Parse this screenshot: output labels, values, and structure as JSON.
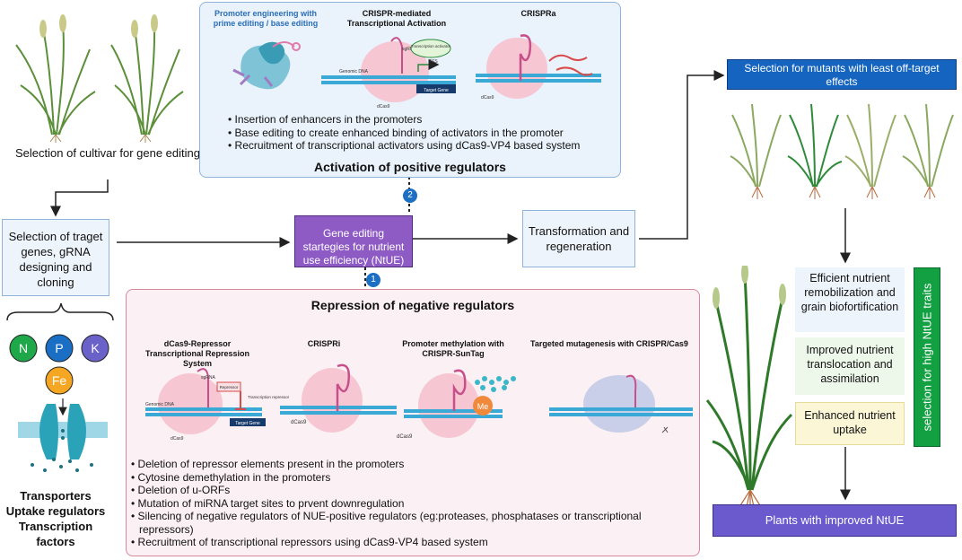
{
  "left": {
    "cultivar_caption": "Selection of cultivar for gene editing",
    "target_box": "Selection of traget genes, gRNA designing and cloning",
    "nutrients": [
      {
        "symbol": "N",
        "color": "#1fa84a"
      },
      {
        "symbol": "P",
        "color": "#1a6fc4"
      },
      {
        "symbol": "K",
        "color": "#6a62c8"
      },
      {
        "symbol": "Fe",
        "color": "#f5a623"
      }
    ],
    "bottom_labels": [
      "Transporters",
      "Uptake regulators",
      "Transcription factors"
    ]
  },
  "top_panel": {
    "headers": [
      "Promoter engineering with prime editing / base editing",
      "CRISPR-mediated Transcriptional Activation",
      "CRISPRa"
    ],
    "mini_labels": {
      "genomic_dna": "Genomic DNA",
      "sgrna": "sgRNA",
      "dcas9": "dCas9",
      "activator": "Transcription activator",
      "tss": "TSS",
      "target_gene": "Target Gene",
      "dcas9_right": "dCas9"
    },
    "bullets": [
      "Insertion of enhancers in the promoters",
      "Base editing to create enhanced binding of activators in the promoter",
      "Recruitment of transcriptional activators  using dCas9-VP4 based system"
    ],
    "title": "Activation of positive regulators",
    "badge": "2"
  },
  "center": {
    "strategy_box": "Gene editing startegies for nutrient use efficiency (NtUE)",
    "transform_box": "Transformation and regeneration",
    "badge": "1",
    "strategy_color": "#8e5bc4"
  },
  "bottom_panel": {
    "title": "Repression of negative regulators",
    "headers": [
      "dCas9-Repressor Transcriptional Repression System",
      "CRISPRi",
      "Promoter methylation with CRISPR-SunTag",
      "Targeted mutagenesis with CRISPR/Cas9"
    ],
    "mini_labels": {
      "genomic_dna": "Genomic DNA",
      "sgrna": "sgRNA",
      "repressor": "Repressor",
      "transcription_repressor": "Transcription repressor",
      "target_gene": "Target Gene",
      "dcas9_a": "dCas9",
      "dcas9_b": "dCas9",
      "dcas9_c": "dCas9",
      "me": "Me"
    },
    "bullets": [
      "Deletion of repressor elements present in the promoters",
      "Cytosine demethylation in the promoters",
      "Deletion of u-ORFs",
      "Mutation of miRNA target sites to prvent downregulation",
      "Silencing of negative  regulators of NUE-positive regulators (eg:proteases, phosphatases or transcriptional repressors)",
      "Recruitment of transcriptional repressors using dCas9-VP4 based system"
    ]
  },
  "right": {
    "selection_box": "Selection for mutants with least off-target effects",
    "traits": [
      "Efficient nutrient remobilization and grain biofortification",
      "Improved nutrient translocation and assimilation",
      "Enhanced nutrient uptake"
    ],
    "vertical_label": "selection for high  NtUE traits",
    "final_box": "Plants with improved NtUE",
    "selection_color": "#1565c0",
    "final_color": "#6a5acd"
  }
}
